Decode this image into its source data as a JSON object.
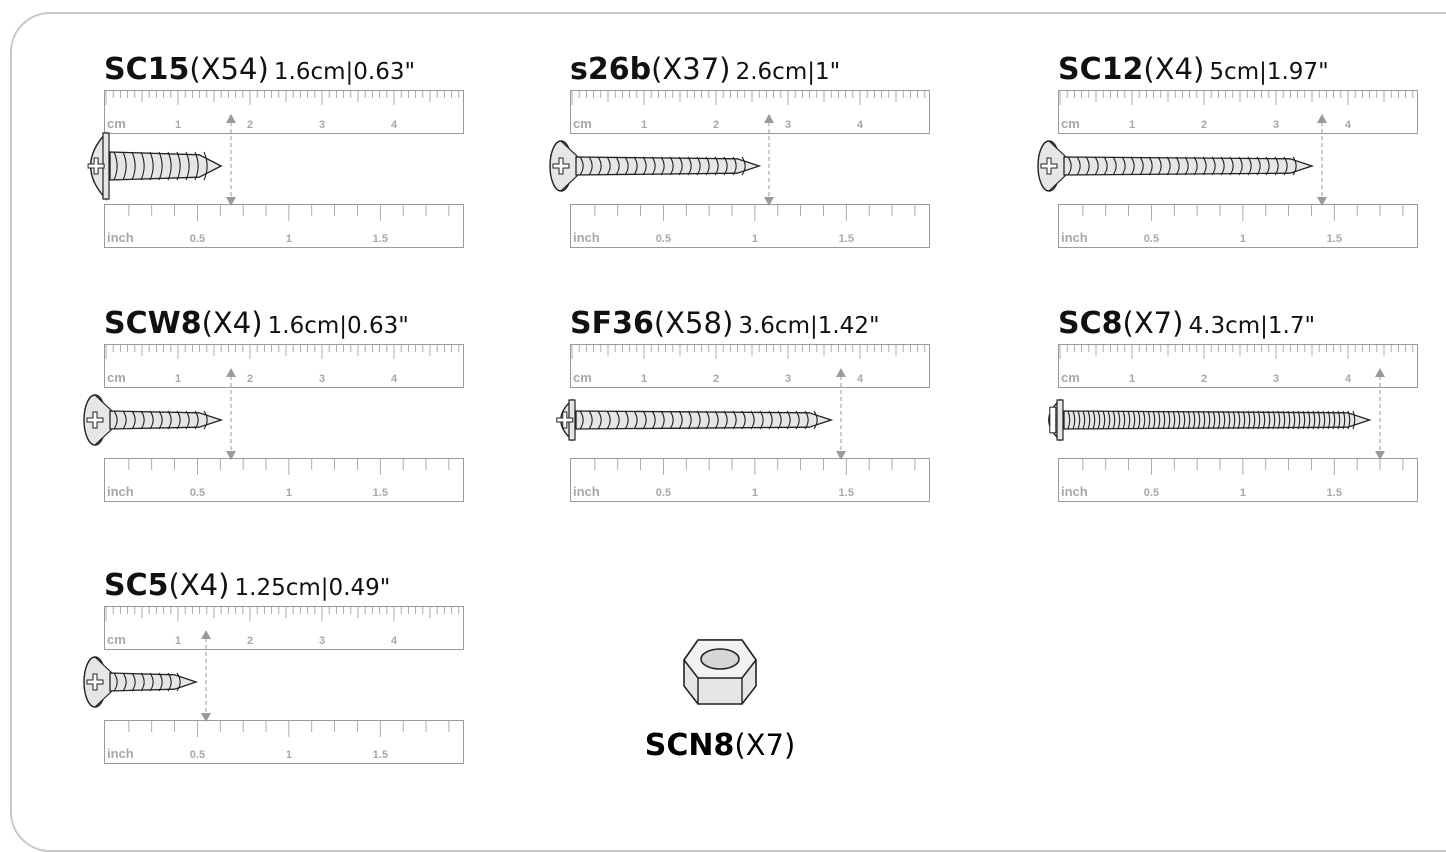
{
  "items": [
    {
      "code": "SC15",
      "qty": "(X54)",
      "dims": "1.6cm|0.63\"",
      "length_cm": 1.6,
      "head": "pan-large",
      "drive": "phillips"
    },
    {
      "code": "s26b",
      "qty": "(X37)",
      "dims": "2.6cm|1\"",
      "length_cm": 2.6,
      "head": "flat",
      "drive": "phillips"
    },
    {
      "code": "SC12",
      "qty": "(X4)",
      "dims": "5cm|1.97\"",
      "length_cm": 3.5,
      "head": "flat",
      "drive": "phillips"
    },
    {
      "code": "SCW8",
      "qty": "(X4)",
      "dims": "1.6cm|0.63\"",
      "length_cm": 1.6,
      "head": "flat",
      "drive": "phillips"
    },
    {
      "code": "SF36",
      "qty": "(X58)",
      "dims": "3.6cm|1.42\"",
      "length_cm": 3.6,
      "head": "pan",
      "drive": "phillips"
    },
    {
      "code": "SC8",
      "qty": "(X7)",
      "dims": "4.3cm|1.7\"",
      "length_cm": 4.3,
      "head": "pan",
      "drive": "slotted"
    },
    {
      "code": "SC5",
      "qty": "(X4)",
      "dims": "1.25cm|0.49\"",
      "length_cm": 1.25,
      "head": "flat",
      "drive": "phillips"
    }
  ],
  "nut": {
    "code": "SCN8",
    "qty": "(X7)"
  },
  "ruler": {
    "cm_unit": "cm",
    "inch_unit": "inch",
    "cm_ticks": [
      "1",
      "2",
      "3",
      "4"
    ],
    "inch_ticks": [
      "0.5",
      "1",
      "1.5"
    ]
  },
  "colors": {
    "ink": "#111111",
    "ruler_line": "#9a9a9a",
    "label": "#a8a8a8",
    "metal": "#e6e6e6",
    "arrow": "#9a9a9a"
  }
}
